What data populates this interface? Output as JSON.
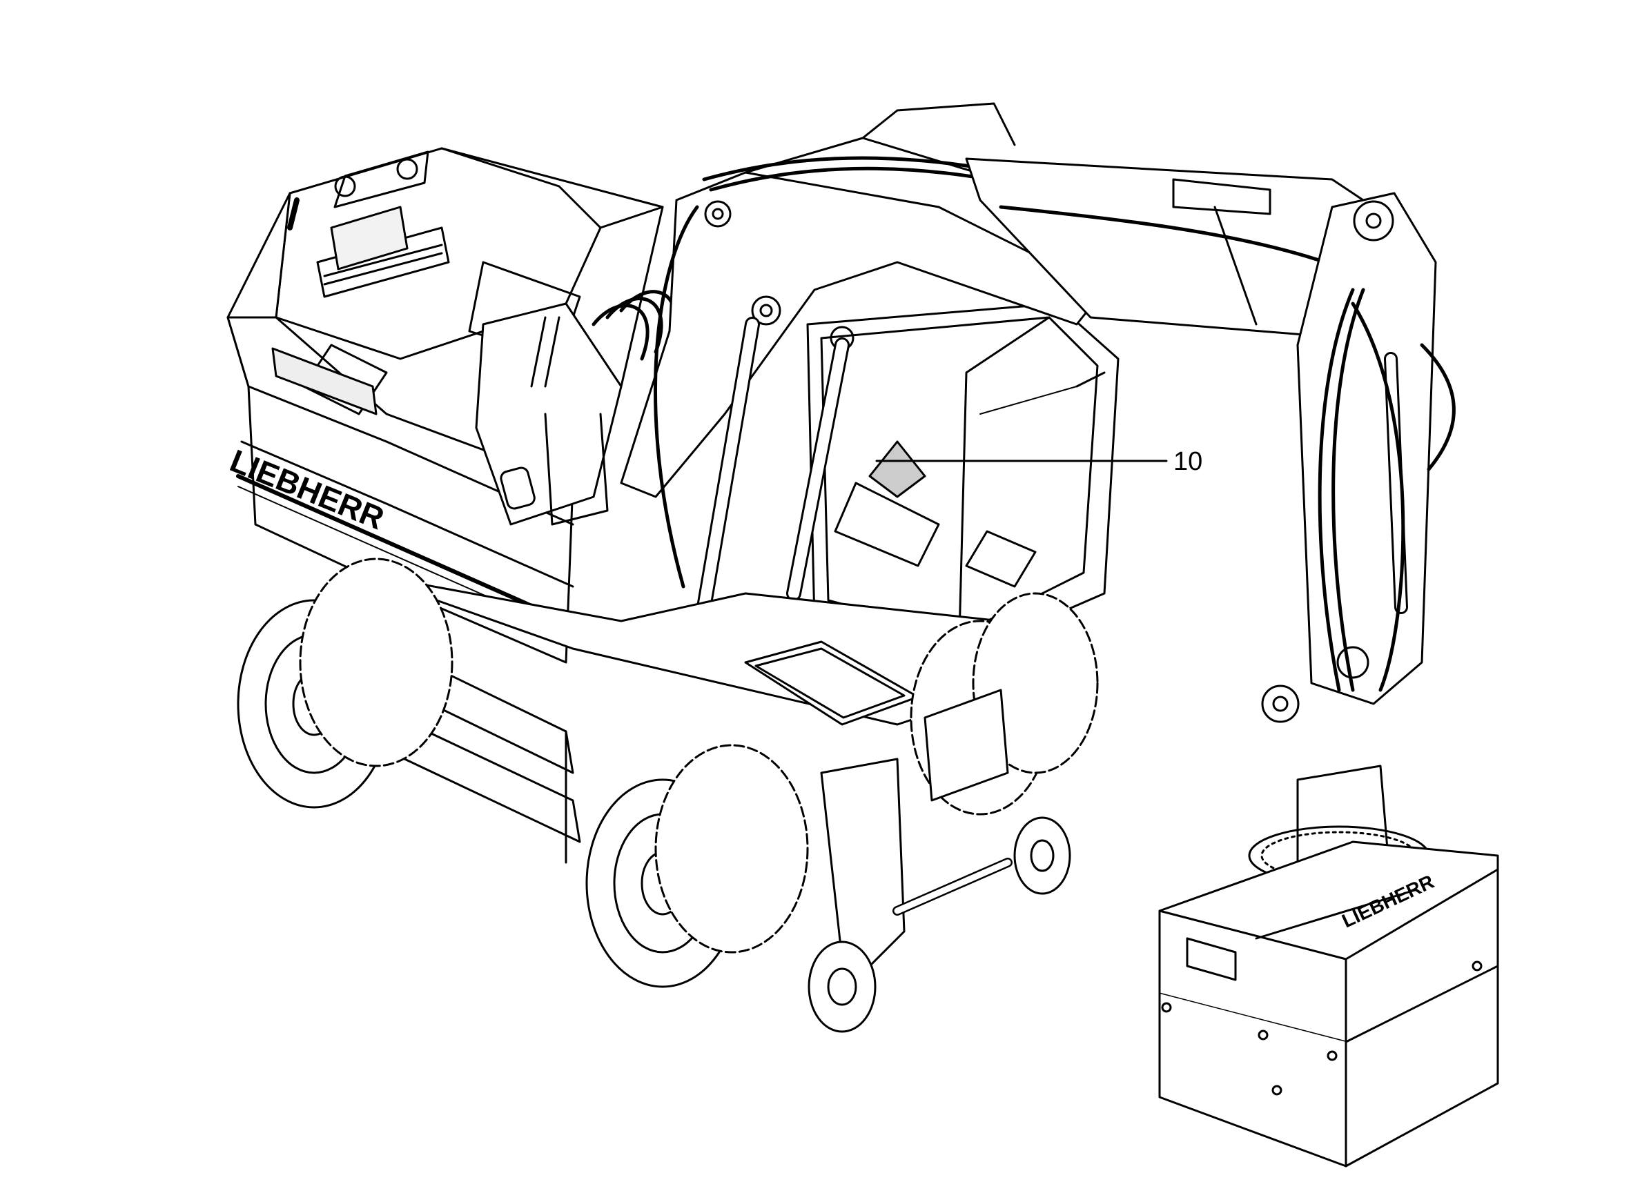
{
  "figure": {
    "callouts": [
      {
        "label": "10",
        "target": "cab-joystick"
      }
    ],
    "brand_markings": {
      "main": "LIEBHERR",
      "attachment_box": "LIEBHERR"
    },
    "colors": {
      "line": "#000000",
      "background": "#ffffff"
    }
  }
}
